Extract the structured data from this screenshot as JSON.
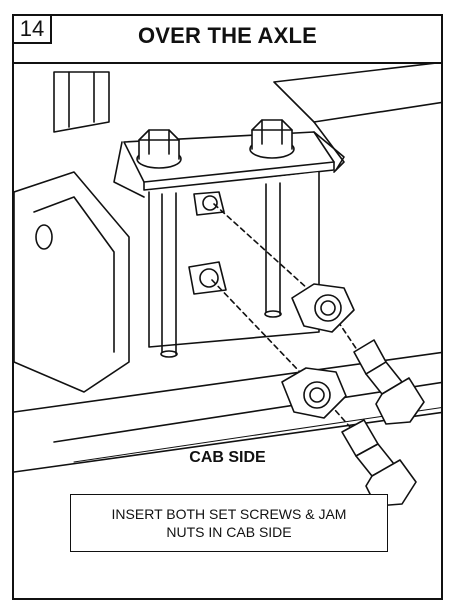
{
  "step": {
    "number": "14"
  },
  "title": "OVER THE AXLE",
  "callout": {
    "label": "CAB SIDE"
  },
  "instruction": {
    "line1": "INSERT BOTH SET SCREWS & JAM",
    "line2": "NUTS IN CAB SIDE"
  },
  "colors": {
    "ink": "#111111",
    "paper": "#ffffff"
  }
}
